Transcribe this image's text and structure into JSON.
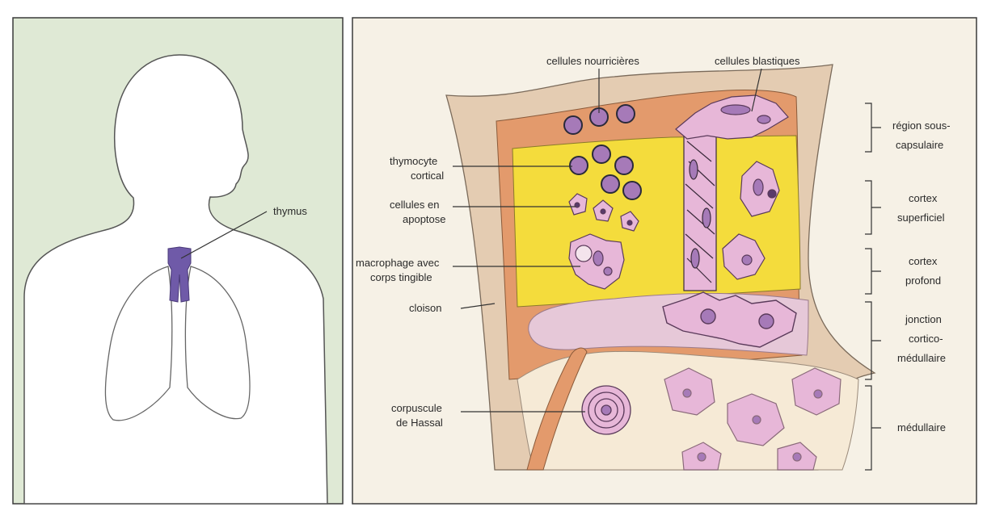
{
  "colors": {
    "panel_left": "#dfe9d5",
    "panel_right": "#f6f1e6",
    "frame": "#3a3a3a",
    "body_fill": "#ffffff",
    "thymus": "#6f5aa8",
    "capsule": "#e4ccb2",
    "subcapsular": "#e39a6c",
    "cortex": "#f4dc3c",
    "corticomedullary": "#e6c8d8",
    "medulla": "#f6ead6",
    "cell": "#e7b7d8",
    "cell_dark": "#a67ab8"
  },
  "left_panel": {
    "thymus_label": "thymus"
  },
  "right_panel": {
    "labels": {
      "nurse_cells": "cellules nourricières",
      "blast_cells": "cellules blastiques",
      "cortical_thymocyte_1": "thymocyte",
      "cortical_thymocyte_2": "cortical",
      "apoptotic_1": "cellules en",
      "apoptotic_2": "apoptose",
      "macrophage_1": "macrophage avec",
      "macrophage_2": "corps tingible",
      "septum": "cloison",
      "hassall_1": "corpuscule",
      "hassall_2": "de Hassal"
    },
    "regions": {
      "subcapsular_1": "région sous-",
      "subcapsular_2": "capsulaire",
      "superficial_1": "cortex",
      "superficial_2": "superficiel",
      "deep_1": "cortex",
      "deep_2": "profond",
      "junction_1": "jonction",
      "junction_2": "cortico-",
      "junction_3": "médullaire",
      "medulla": "médullaire"
    }
  }
}
